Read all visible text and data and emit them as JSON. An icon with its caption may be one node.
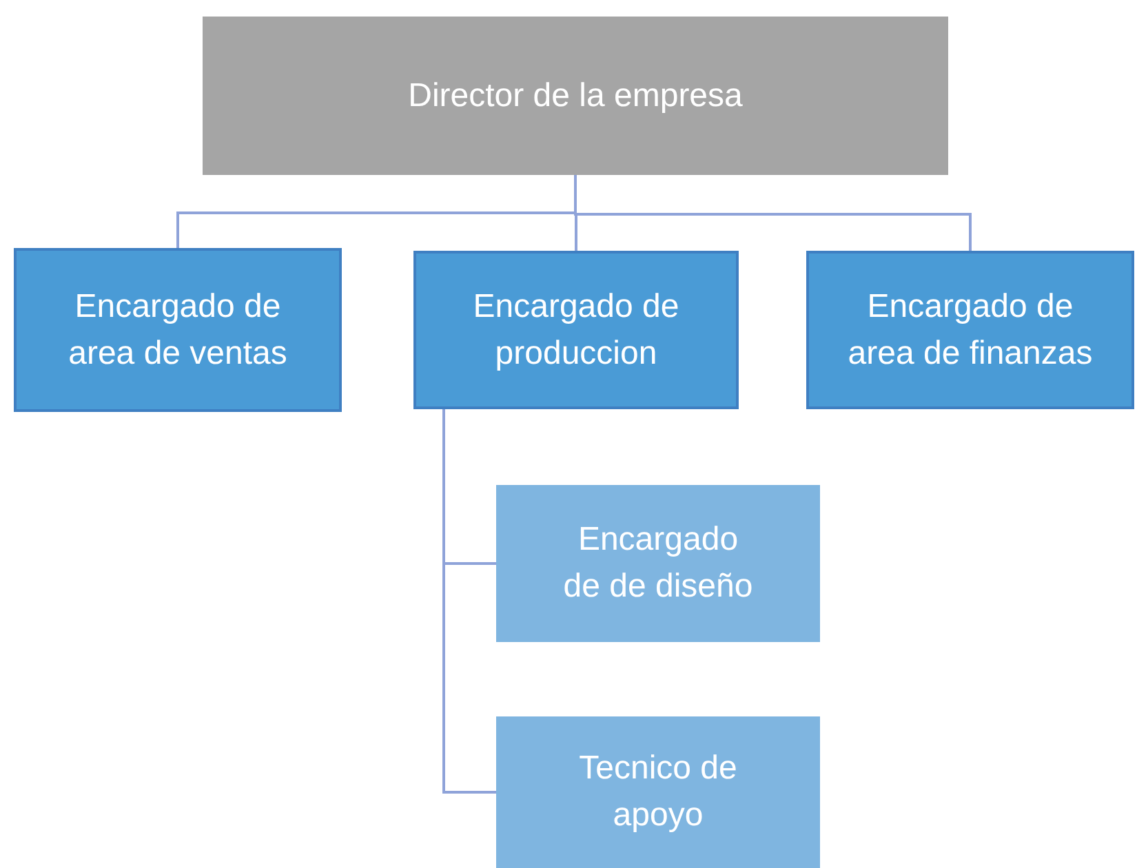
{
  "diagram": {
    "nodes": [
      {
        "text": [
          "Director de la empresa"
        ]
      },
      {
        "text": [
          "Encargado de area de ventas"
        ]
      },
      {
        "text": [
          "Encargado de produccion"
        ]
      },
      {
        "text": [
          "Encargado de area de finanzas"
        ]
      },
      {
        "text": [
          "Encargado de de diseño"
        ]
      },
      {
        "text": [
          "Tecnico de apoyo"
        ]
      }
    ],
    "edges": [
      {
        "from": 0,
        "to": 1,
        "arrow": "none"
      },
      {
        "from": 0,
        "to": 2,
        "arrow": "none"
      },
      {
        "from": 0,
        "to": 3,
        "arrow": "none"
      },
      {
        "from": 2,
        "to": 4,
        "arrow": "none"
      },
      {
        "from": 2,
        "to": 5,
        "arrow": "none"
      }
    ]
  }
}
